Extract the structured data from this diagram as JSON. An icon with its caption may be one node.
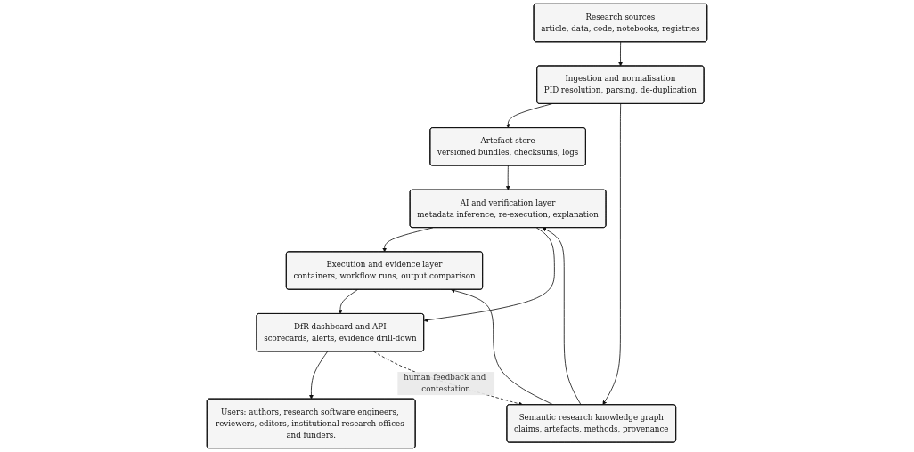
{
  "diagram": {
    "nodes": [
      {
        "text": [
          "Research sources",
          "article, data, code, notebooks, registries"
        ]
      },
      {
        "text": [
          "Ingestion and normalisation",
          "PID resolution, parsing, de-duplication"
        ]
      },
      {
        "text": [
          "Artefact store",
          "versioned bundles, checksums, logs"
        ]
      },
      {
        "text": [
          "Semantic research knowledge graph",
          "claims, artefacts, methods, provenance"
        ]
      },
      {
        "text": [
          "AI and verification layer",
          "metadata inference, re-execution, explanation"
        ]
      },
      {
        "text": [
          "Execution and evidence layer",
          "containers, workflow runs, output comparison"
        ]
      },
      {
        "text": [
          "DfR dashboard and API",
          "scorecards, alerts, evidence drill-down"
        ]
      },
      {
        "text": [
          "Users: authors, research software engineers, reviewers, editors, institutional research offices and funders."
        ]
      }
    ],
    "edges": [
      {
        "from": 0,
        "to": 1,
        "arrow": "to"
      },
      {
        "from": 1,
        "to": 2,
        "arrow": "to"
      },
      {
        "from": 1,
        "to": 3,
        "arrow": "to"
      },
      {
        "from": 2,
        "to": 4,
        "arrow": "to"
      },
      {
        "from": 3,
        "to": 4,
        "arrow": "to"
      },
      {
        "from": 3,
        "to": 5,
        "arrow": "to"
      },
      {
        "from": 4,
        "to": 5,
        "arrow": "to"
      },
      {
        "from": 4,
        "to": 6,
        "arrow": "to"
      },
      {
        "from": 5,
        "to": 6,
        "arrow": "to"
      },
      {
        "from": 6,
        "to": 7,
        "arrow": "to"
      },
      {
        "from": 6,
        "to": 3,
        "arrow": "to",
        "label": "human feedback and contestation",
        "style": "dashed"
      }
    ]
  }
}
